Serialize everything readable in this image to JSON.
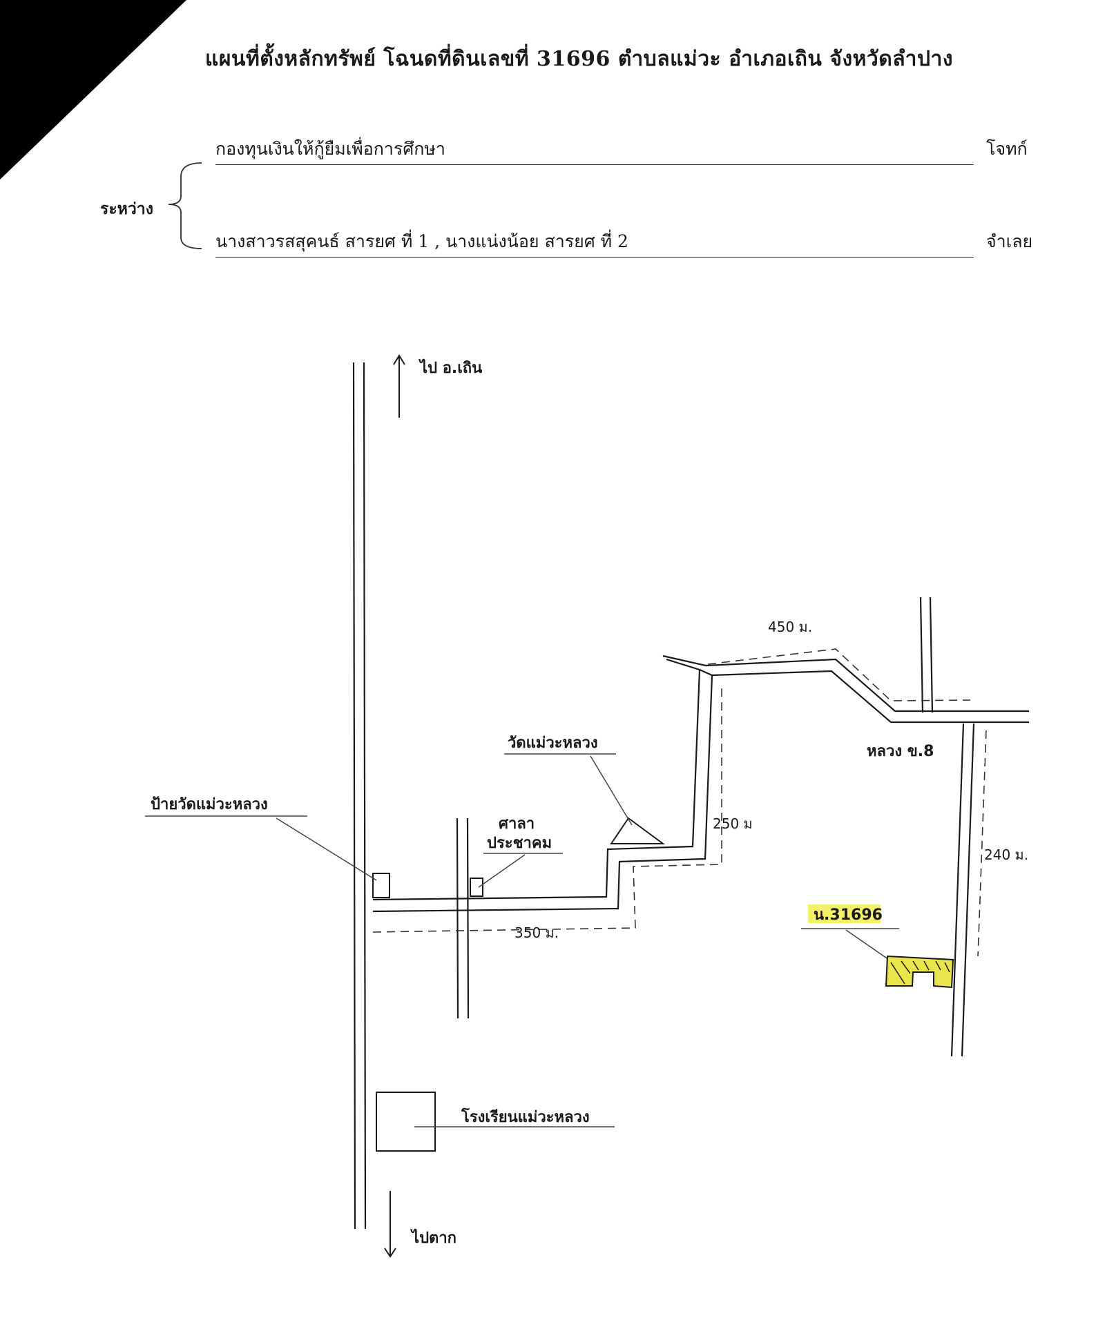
{
  "header": {
    "title": "แผนที่ตั้งหลักทรัพย์  โฉนดที่ดินเลขที่  31696  ตำบลแม่วะ อำเภอเถิน จังหวัดลำปาง"
  },
  "parties": {
    "between_label": "ระหว่าง",
    "plaintiff_name": "กองทุนเงินให้กู้ยืมเพื่อการศึกษา",
    "plaintiff_role": "โจทก์",
    "defendant_name": "นางสาวรสสุคนธ์  สารยศ  ที่ 1 , นางแน่งน้อย  สารยศ  ที่ 2",
    "defendant_role": "จำเลย"
  },
  "map": {
    "north_label": "ไป อ.เถิน",
    "south_label": "ไปตาก",
    "temple_entrance_label": "ป้ายวัดแม่วะหลวง",
    "sala_label_line1": "ศาลา",
    "sala_label_line2": "ประชาคม",
    "temple_label": "วัดแม่วะหลวง",
    "village_label": "หลวง ข.8",
    "school_label": "โรงเรียนแม่วะหลวง",
    "parcel_label": "น.31696",
    "dist_350": "350 ม.",
    "dist_250": "250 ม",
    "dist_450": "450 ม.",
    "dist_240": "240 ม."
  },
  "colors": {
    "highlight": "#f4f06a",
    "parcel_fill": "#e8e64a",
    "ink": "#1a1a1a"
  }
}
